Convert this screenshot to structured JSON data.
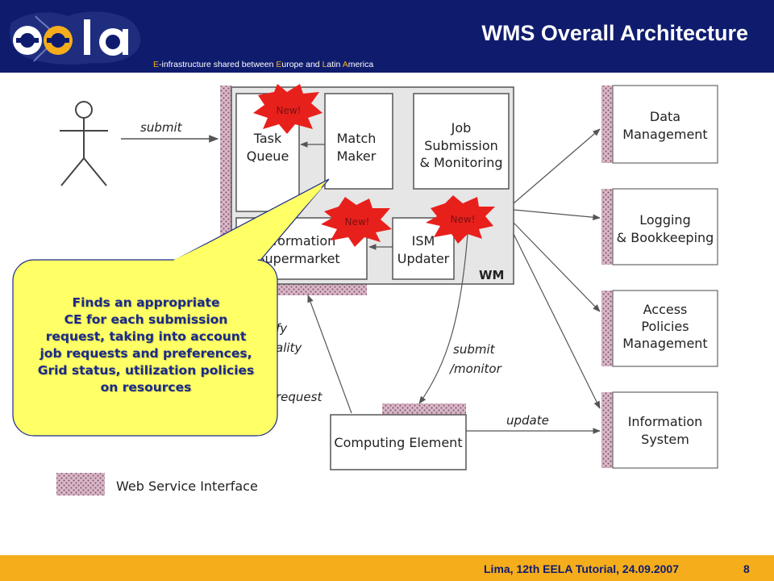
{
  "header": {
    "title": "WMS Overall Architecture",
    "tagline": {
      "p1": "E",
      "p2": "-infrastructure shared between ",
      "p3": "E",
      "p4": "urope and ",
      "p5": "L",
      "p6": "atin ",
      "p7": "A",
      "p8": "merica"
    }
  },
  "diagram": {
    "actor_edge": "submit",
    "wm_label": "WM",
    "task_queue": [
      "Task",
      "Queue"
    ],
    "match_maker": [
      "Match",
      "Maker"
    ],
    "job_submission": [
      "Job",
      "Submission",
      "& Monitoring"
    ],
    "information_supermarket": [
      "Information",
      "Supermarket"
    ],
    "ism_updater": [
      "ISM",
      "Updater"
    ],
    "new_badge": "New!",
    "data_management": [
      "Data",
      "Management"
    ],
    "logging": [
      "Logging",
      "& Bookkeeping"
    ],
    "access_policies": [
      "Access",
      "Policies",
      "Management"
    ],
    "information_system": [
      "Information",
      "System"
    ],
    "computing_element": "Computing Element",
    "edge_submit_monitor": [
      "submit",
      "/monitor"
    ],
    "edge_update": "update",
    "edge_request": "request",
    "partial_labels": [
      "fy",
      "ality"
    ],
    "legend": "Web Service Interface"
  },
  "callout": {
    "lines": [
      "Finds an appropriate",
      "CE for each submission",
      "request, taking into account",
      "job requests and preferences,",
      "Grid status, utilization policies",
      "on resources"
    ]
  },
  "footer": {
    "text": "Lima, 12th EELA Tutorial, 24.09.2007",
    "page": "8"
  },
  "colors": {
    "header_bg": "#0f1c6e",
    "footer_bg": "#f5ad1b",
    "callout_bg": "#ffff66",
    "badge_red": "#e8201c",
    "ws_interface": "#c9a0b8"
  }
}
